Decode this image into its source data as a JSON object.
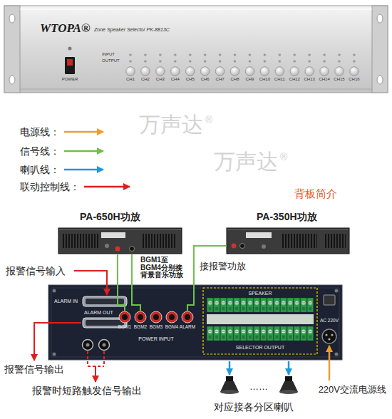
{
  "diagram": {
    "nodes": [
      {
        "text": [
          "WTOPA®",
          "Zone Speaker Selector PK-8813C"
        ]
      },
      {
        "text": [
          "PA-650H功放"
        ]
      },
      {
        "text": [
          "PA-350H功放"
        ]
      },
      {
        "text": [
          "ALARM IN",
          "ALARM OUT",
          "BGM1",
          "BGM2",
          "BGM3",
          "BGM4",
          "ALARM",
          "POWER INPUT",
          "SPEAKER",
          "SELECTOR OUTPUT",
          "AC 220V"
        ]
      }
    ],
    "edges": [
      {
        "from": 1,
        "to": 3,
        "arrow": "none"
      },
      {
        "from": 1,
        "to": 3,
        "arrow": "none"
      },
      {
        "from": 2,
        "to": 3,
        "arrow": "none"
      }
    ],
    "labels": [
      "POWER",
      "INPUT",
      "OUTPUT",
      "CH1",
      "CH2",
      "CH3",
      "CH4",
      "CH5",
      "CH6",
      "CH7",
      "CH8",
      "CH9",
      "CH10",
      "CH11",
      "CH12",
      "CH13",
      "CH14",
      "CH15",
      "CH16",
      "背板简介",
      "BGM1至BGM4分别接背景音乐功放",
      "接报警功放",
      "报警信号输入",
      "报警信号输出",
      "报警时短路触发信号输出",
      "……",
      "对应接各分区喇叭",
      "220V交流电源线",
      "万声达",
      "万声达",
      "®",
      "®"
    ],
    "legend": [
      {
        "text": "电源线："
      },
      {
        "text": "信号线："
      },
      {
        "text": "喇叭线："
      },
      {
        "text": "联动控制线："
      }
    ]
  }
}
